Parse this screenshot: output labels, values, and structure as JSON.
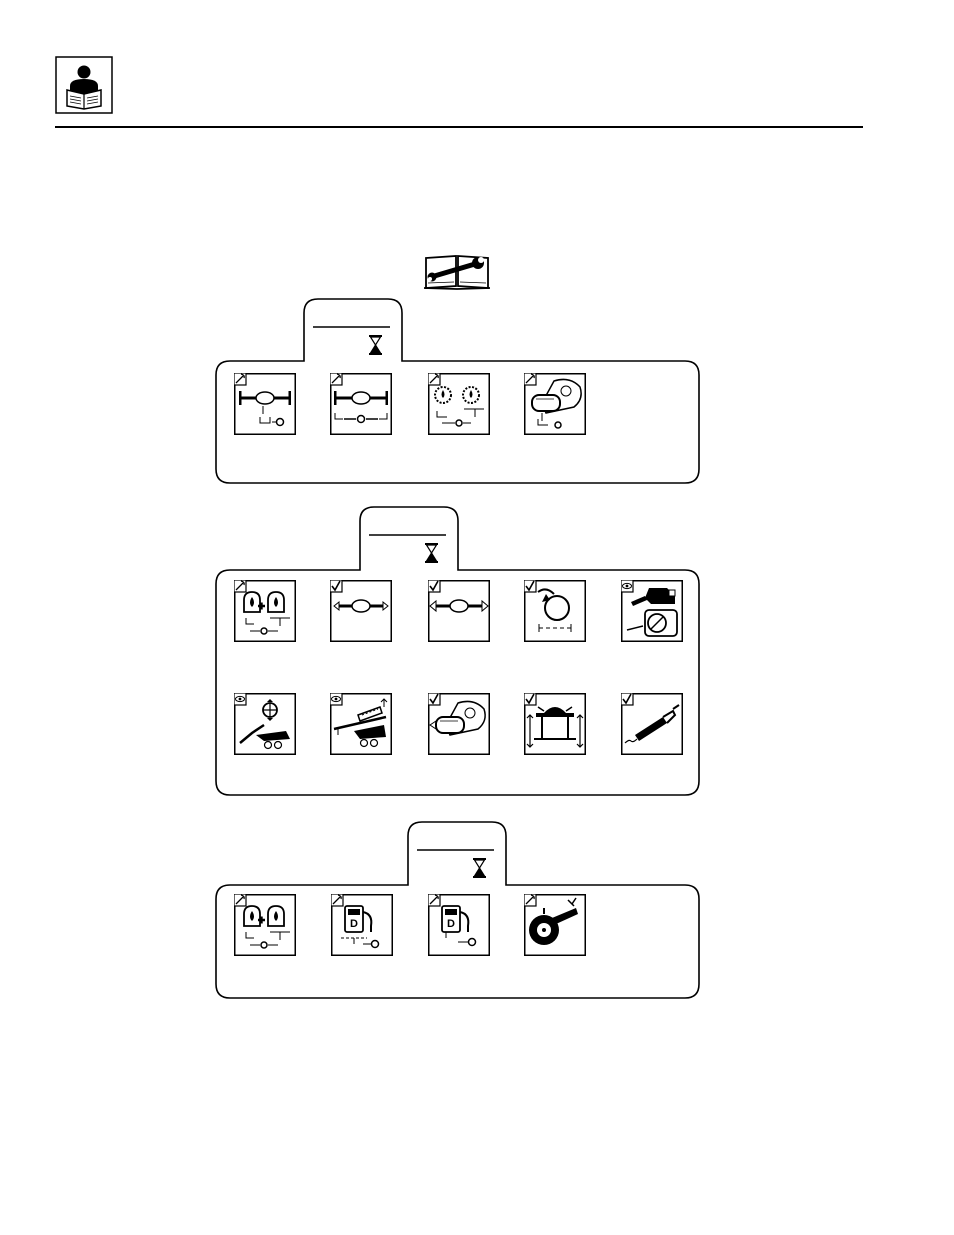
{
  "header": {
    "logo_icon": "operator-reading-manual-icon"
  },
  "manual_icon": "service-manual-wrench-icon",
  "panels": [
    {
      "tab_icon": "hourglass-icon",
      "items": [
        {
          "icon": "axle-oil-change-icon",
          "tag": "service"
        },
        {
          "icon": "axle-hubs-oil-change-icon",
          "tag": "service"
        },
        {
          "icon": "gear-oil-change-icon",
          "tag": "service"
        },
        {
          "icon": "transmission-oil-change-icon",
          "tag": "service"
        }
      ]
    },
    {
      "tab_icon": "hourglass-icon",
      "items": [
        {
          "icon": "engine-hydraulic-oil-change-icon",
          "tag": "service"
        },
        {
          "icon": "axle-check-icon",
          "tag": "check"
        },
        {
          "icon": "axle-hubs-check-icon",
          "tag": "check"
        },
        {
          "icon": "rotation-distance-check-icon",
          "tag": "check"
        },
        {
          "icon": "engine-fan-belt-inspect-icon",
          "tag": "inspect"
        },
        {
          "icon": "boom-pivot-inspect-icon",
          "tag": "inspect"
        },
        {
          "icon": "boom-chain-inspect-icon",
          "tag": "inspect"
        },
        {
          "icon": "transmission-check-icon",
          "tag": "check"
        },
        {
          "icon": "frame-level-check-icon",
          "tag": "check"
        },
        {
          "icon": "grease-gun-check-icon",
          "tag": "check"
        }
      ]
    },
    {
      "tab_icon": "hourglass-icon",
      "items": [
        {
          "icon": "engine-hydraulic-oil-change-icon",
          "tag": "service"
        },
        {
          "icon": "diesel-fuel-filter-change-icon",
          "tag": "service"
        },
        {
          "icon": "diesel-fuel-drain-icon",
          "tag": "service"
        },
        {
          "icon": "wheel-lug-nut-torque-icon",
          "tag": "service"
        }
      ]
    }
  ]
}
